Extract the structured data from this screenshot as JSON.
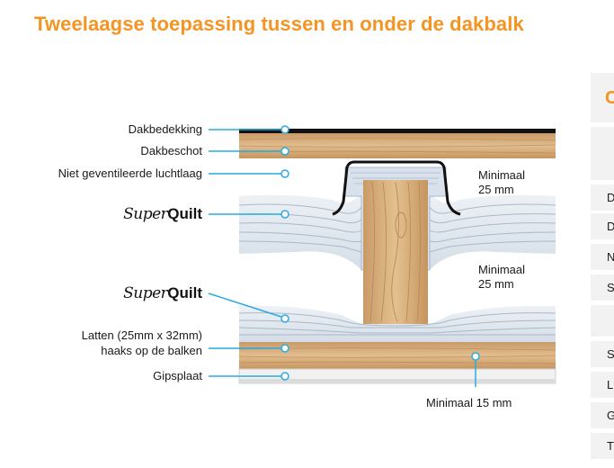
{
  "title": "Tweelaagse toepassing tussen en onder de dakbalk",
  "labels": {
    "dakbedekking": "Dakbedekking",
    "dakbeschot": "Dakbeschot",
    "luchtlaag": "Niet geventileerde luchtlaag",
    "latten_line1": "Latten (25mm x 32mm)",
    "latten_line2": "haaks op de balken",
    "gipsplaat": "Gipsplaat"
  },
  "brand": {
    "super": "Super",
    "quilt": "Quilt"
  },
  "dimensions": {
    "top_word": "Minimaal",
    "top_value": "25 mm",
    "mid_word": "Minimaal",
    "mid_value": "25 mm",
    "bottom": "Minimaal 15 mm"
  },
  "side_table": {
    "header_initial": "C",
    "rows": [
      "",
      "D",
      "D",
      "N",
      "S",
      "",
      "S",
      "L",
      "G",
      "T"
    ]
  },
  "colors": {
    "accent": "#f39423",
    "leader": "#29abe2",
    "wood": "#d9ae7e",
    "roof": "#111111",
    "quilt": "#dfe7ef"
  }
}
